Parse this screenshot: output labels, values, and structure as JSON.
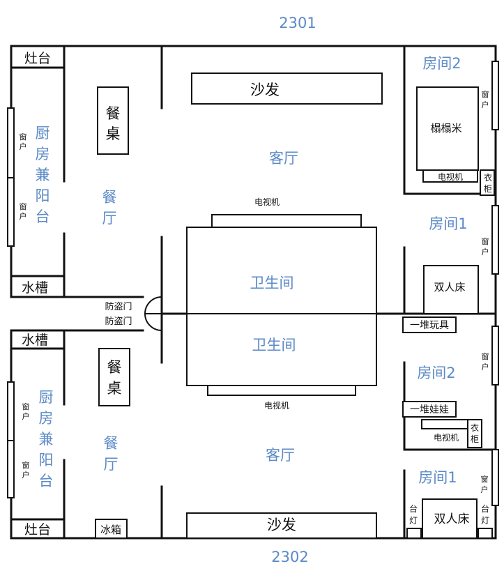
{
  "unit_top": "2301",
  "unit_bottom": "2302",
  "top": {
    "stove": "灶台",
    "kitchen": [
      "厨",
      "房",
      "兼",
      "阳",
      "台"
    ],
    "window": [
      "窗",
      "户"
    ],
    "sink": "水槽",
    "dining_table": [
      "餐",
      "桌"
    ],
    "dining_room": [
      "餐",
      "厅"
    ],
    "sofa": "沙发",
    "living_room": "客厅",
    "tv": "电视机",
    "bathroom": "卫生间",
    "room2": "房间2",
    "tatami": "榻榻米",
    "room2_tv": "电视机",
    "wardrobe": [
      "衣",
      "柜"
    ],
    "room1": "房间1",
    "double_bed": "双人床",
    "security_door": "防盗门"
  },
  "bottom": {
    "sink": "水槽",
    "kitchen": [
      "厨",
      "房",
      "兼",
      "阳",
      "台"
    ],
    "window": [
      "窗",
      "户"
    ],
    "stove": "灶台",
    "fridge": "冰箱",
    "dining_table": [
      "餐",
      "桌"
    ],
    "dining_room": [
      "餐",
      "厅"
    ],
    "bathroom": "卫生间",
    "tv": "电视机",
    "living_room": "客厅",
    "sofa": "沙发",
    "toys": "一堆玩具",
    "room2": "房间2",
    "dolls": "一堆娃娃",
    "room2_tv": "电视机",
    "wardrobe": [
      "衣",
      "柜"
    ],
    "room1": "房间1",
    "lamp": [
      "台",
      "灯"
    ],
    "double_bed": "双人床",
    "security_door": "防盗门"
  }
}
